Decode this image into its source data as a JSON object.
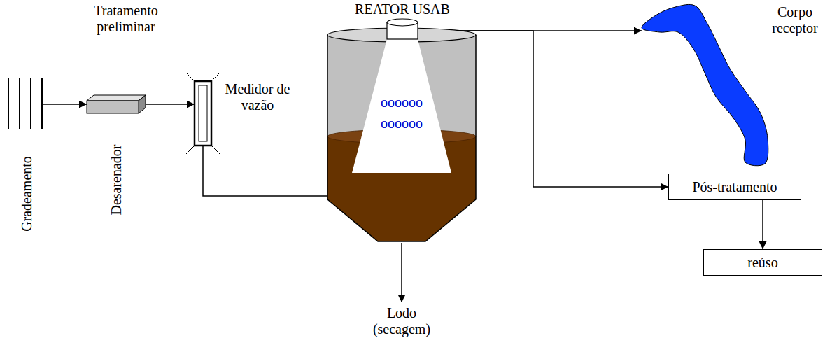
{
  "diagram": {
    "nodes": [
      {
        "text": [
          "Gradeamento"
        ]
      },
      {
        "text": [
          "Desarenador"
        ]
      },
      {
        "text": [
          "Medidor de vazão"
        ]
      },
      {
        "text": [
          "REATOR USAB",
          "oooooo",
          "oooooo"
        ]
      },
      {
        "text": [
          "Corpo receptor"
        ]
      },
      {
        "text": [
          "Pós-tratamento"
        ]
      },
      {
        "text": [
          "reúso"
        ]
      }
    ],
    "edges": [
      {
        "from": 0,
        "to": 1,
        "arrow": "to"
      },
      {
        "from": 1,
        "to": 2,
        "arrow": "to"
      },
      {
        "from": 2,
        "to": 3,
        "arrow": "none"
      },
      {
        "from": 3,
        "to": 4,
        "arrow": "to"
      },
      {
        "from": 3,
        "to": 5,
        "arrow": "to"
      },
      {
        "from": 5,
        "to": 6,
        "arrow": "to"
      }
    ],
    "labels": [
      "Tratamento preliminar",
      "Lodo (secagem)"
    ]
  }
}
